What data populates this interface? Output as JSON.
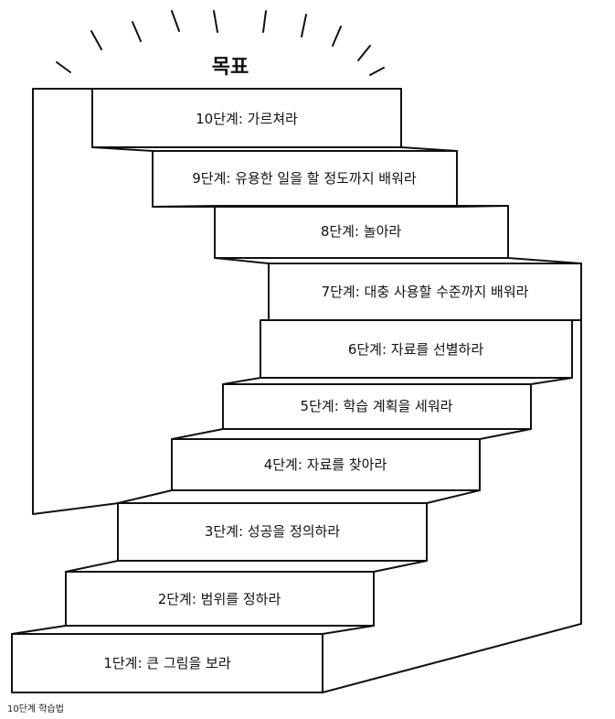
{
  "goal": "목표",
  "steps": [
    "10단계: 가르쳐라",
    "9단계: 유용한 일을 할 정도까지 배워라",
    "8단계: 놀아라",
    "7단계: 대충 사용할 수준까지 배워라",
    "6단계: 자료를 선별하라",
    "5단계: 학습 계획을 세워라",
    "4단계: 자료를 찾아라",
    "3단계: 성공을 정의하라",
    "2단계: 범위를 정하라",
    "1단계: 큰 그림을 보라"
  ],
  "caption": "10단계 학습법"
}
